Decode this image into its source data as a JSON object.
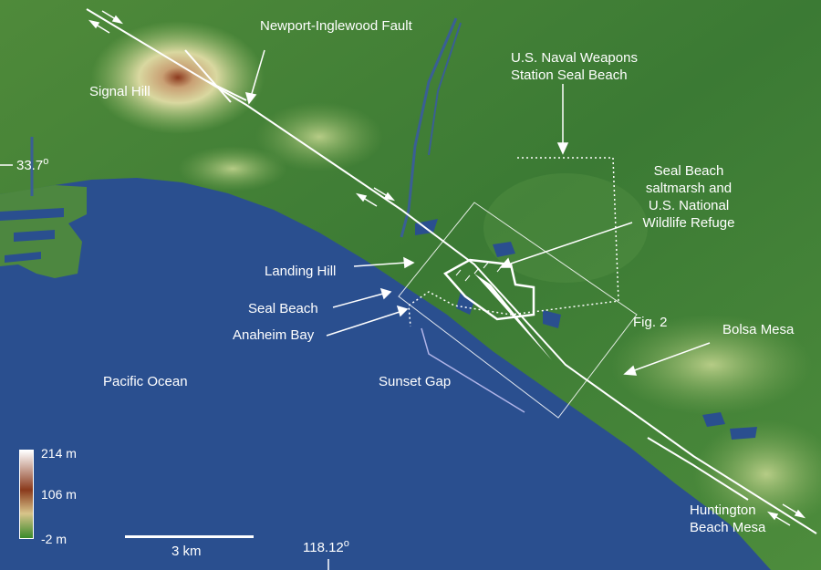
{
  "labels": {
    "fault": "Newport-Inglewood Fault",
    "signal_hill": "Signal Hill",
    "naval_station_1": "U.S. Naval Weapons",
    "naval_station_2": "Station Seal Beach",
    "saltmarsh_1": "Seal Beach",
    "saltmarsh_2": "saltmarsh and",
    "saltmarsh_3": "U.S. National",
    "saltmarsh_4": "Wildlife Refuge",
    "landing_hill": "Landing Hill",
    "seal_beach": "Seal Beach",
    "anaheim_bay": "Anaheim Bay",
    "fig2": "Fig. 2",
    "bolsa_mesa": "Bolsa Mesa",
    "pacific_ocean": "Pacific Ocean",
    "sunset_gap": "Sunset Gap",
    "huntington_1": "Huntington",
    "huntington_2": "Beach Mesa"
  },
  "coordinates": {
    "lat_value": "33.7",
    "lon_value": "118.12",
    "degree_symbol": "o"
  },
  "legend": {
    "max": "214 m",
    "mid": "106 m",
    "min": "-2 m",
    "colors": [
      "#ffffff",
      "#8a3a1c",
      "#d8c48a",
      "#3a8a2a"
    ]
  },
  "scale": {
    "label": "3 km"
  },
  "colors": {
    "ocean": "#2a4f8f",
    "land": "#3d7a35",
    "highland": "#d6d59a"
  }
}
